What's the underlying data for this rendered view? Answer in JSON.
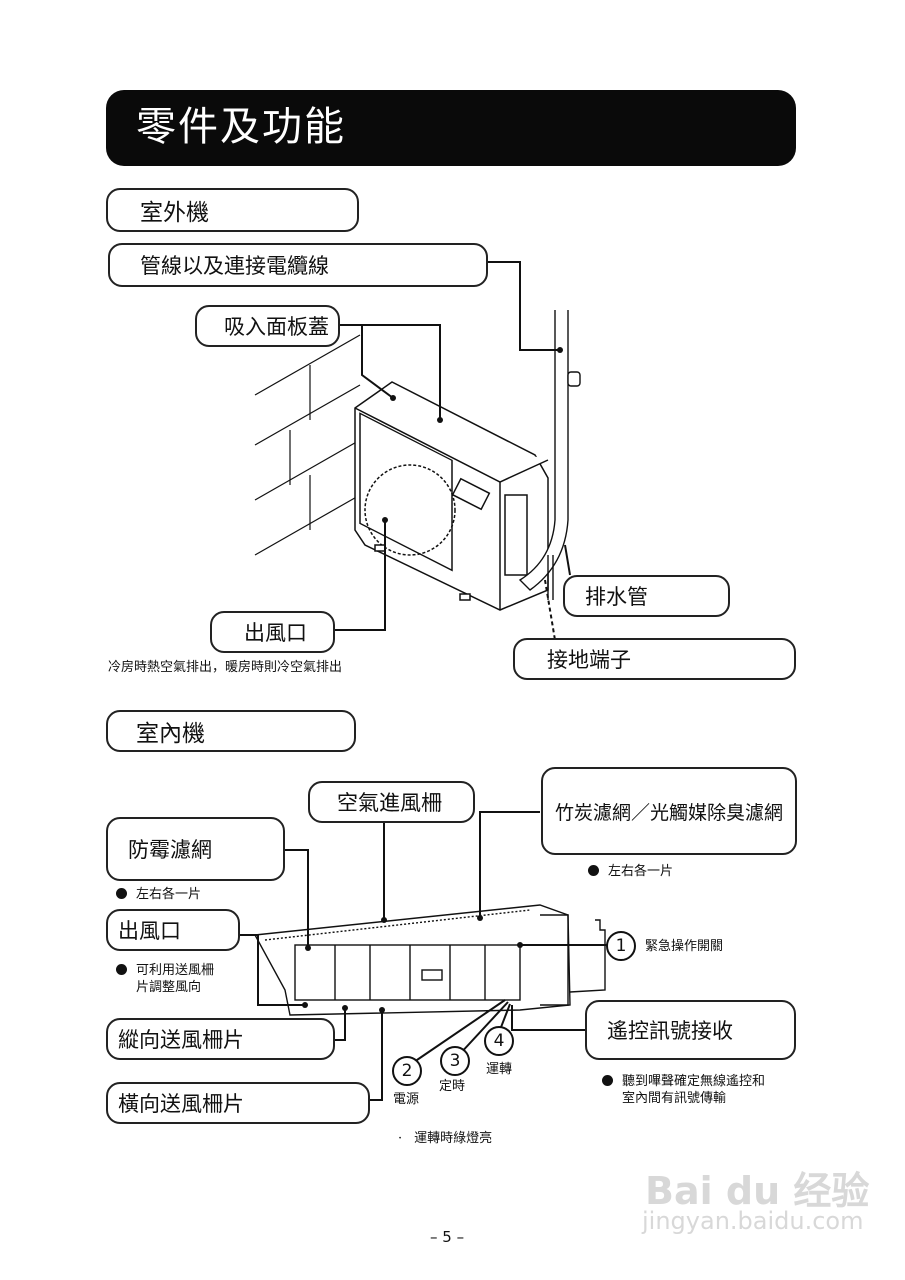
{
  "page_title": "零件及功能",
  "outdoor": {
    "section_label": "室外機",
    "labels": {
      "pipes": "管線以及連接電纜線",
      "intake_cover": "吸入面板蓋",
      "outlet": "出風口",
      "drain": "排水管",
      "ground": "接地端子"
    },
    "outlet_note": "冷房時熱空氣排出，暖房時則冷空氣排出"
  },
  "indoor": {
    "section_label": "室內機",
    "labels": {
      "air_inlet_grille": "空氣進風柵",
      "mold_filter": "防霉濾網",
      "bamboo_filter": "竹炭濾網／光觸媒除臭濾網",
      "outlet": "出風口",
      "vertical_louver": "縱向送風柵片",
      "horizontal_louver": "橫向送風柵片",
      "remote_receiver": "遙控訊號接收"
    },
    "notes": {
      "mold_filter": "左右各一片",
      "bamboo_filter": "左右各一片",
      "outlet_line1": "可利用送風柵",
      "outlet_line2": "片調整風向",
      "receiver_line1": "聽到嗶聲確定無線遙控和",
      "receiver_line2": "室內間有訊號傳輸",
      "run_lamp": "運轉時綠燈亮"
    },
    "indicators": [
      {
        "num": "1",
        "label": "緊急操作開關"
      },
      {
        "num": "2",
        "label": "電源"
      },
      {
        "num": "3",
        "label": "定時"
      },
      {
        "num": "4",
        "label": "運轉"
      }
    ]
  },
  "page_number": "– 5 –",
  "watermark": {
    "brand": "Bai du 经验",
    "url": "jingyan.baidu.com"
  }
}
